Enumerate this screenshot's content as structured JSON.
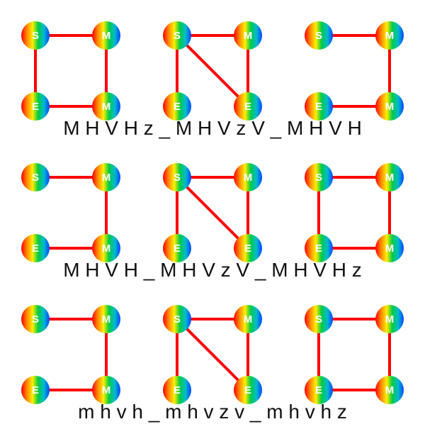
{
  "colors": {
    "edge": "#ff0000",
    "node_gradient": [
      "#ff0000",
      "#ff8800",
      "#ffee00",
      "#00cc44",
      "#00bbcc",
      "#0044ff"
    ],
    "node_label": "#ffffff",
    "caption": "#111111"
  },
  "rows": [
    {
      "caption": "M H V H z _ M H V z V _ M H V H",
      "diagrams": [
        {
          "nodes": {
            "tl": "S",
            "tr": "M",
            "bl": "E",
            "br": "M"
          },
          "edges": [
            [
              "tl",
              "tr"
            ],
            [
              "tr",
              "br"
            ],
            [
              "br",
              "bl"
            ],
            [
              "bl",
              "tl"
            ]
          ]
        },
        {
          "nodes": {
            "tl": "S",
            "tr": "M",
            "bl": "E",
            "br": "E"
          },
          "edges": [
            [
              "tl",
              "tr"
            ],
            [
              "tr",
              "br"
            ],
            [
              "br",
              "tl"
            ],
            [
              "tl",
              "bl"
            ]
          ]
        },
        {
          "nodes": {
            "tl": "S",
            "tr": "M",
            "bl": "E",
            "br": "M"
          },
          "edges": [
            [
              "tl",
              "tr"
            ],
            [
              "tr",
              "br"
            ],
            [
              "br",
              "bl"
            ]
          ]
        }
      ]
    },
    {
      "caption": "M H V H _ M H V z V _ M H V H z",
      "diagrams": [
        {
          "nodes": {
            "tl": "S",
            "tr": "M",
            "bl": "E",
            "br": "M"
          },
          "edges": [
            [
              "tl",
              "tr"
            ],
            [
              "tr",
              "br"
            ],
            [
              "br",
              "bl"
            ]
          ]
        },
        {
          "nodes": {
            "tl": "S",
            "tr": "M",
            "bl": "E",
            "br": "E"
          },
          "edges": [
            [
              "tl",
              "tr"
            ],
            [
              "tr",
              "br"
            ],
            [
              "br",
              "tl"
            ],
            [
              "tl",
              "bl"
            ]
          ]
        },
        {
          "nodes": {
            "tl": "S",
            "tr": "M",
            "bl": "E",
            "br": "M"
          },
          "edges": [
            [
              "tl",
              "tr"
            ],
            [
              "tr",
              "br"
            ],
            [
              "br",
              "bl"
            ],
            [
              "bl",
              "tl"
            ]
          ]
        }
      ]
    },
    {
      "caption": "m h v h _ m h v z v _ m h v h z",
      "diagrams": [
        {
          "nodes": {
            "tl": "S",
            "tr": "M",
            "bl": "E",
            "br": "M"
          },
          "edges": [
            [
              "tl",
              "tr"
            ],
            [
              "tr",
              "br"
            ],
            [
              "br",
              "bl"
            ]
          ]
        },
        {
          "nodes": {
            "tl": "S",
            "tr": "M",
            "bl": "E",
            "br": "E"
          },
          "edges": [
            [
              "tl",
              "tr"
            ],
            [
              "tr",
              "br"
            ],
            [
              "br",
              "tl"
            ],
            [
              "tl",
              "bl"
            ]
          ]
        },
        {
          "nodes": {
            "tl": "S",
            "tr": "M",
            "bl": "E",
            "br": "M"
          },
          "edges": [
            [
              "tl",
              "tr"
            ],
            [
              "tr",
              "br"
            ],
            [
              "br",
              "bl"
            ],
            [
              "bl",
              "tl"
            ]
          ]
        }
      ]
    }
  ]
}
